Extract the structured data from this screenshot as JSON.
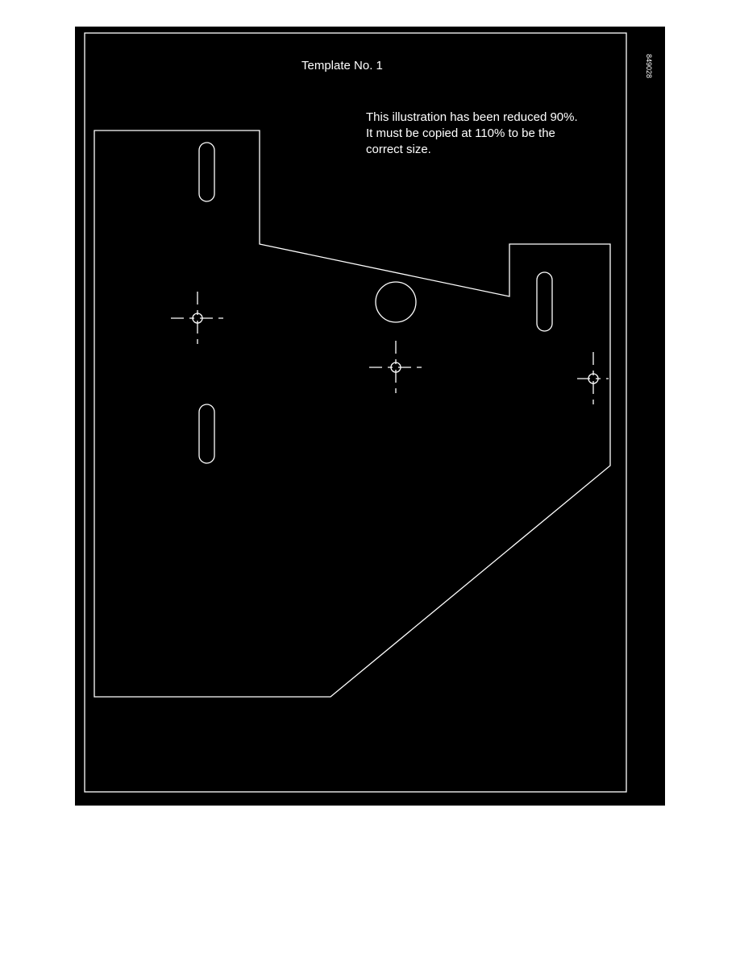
{
  "figure": {
    "title": "Template No. 1",
    "note_lines": [
      "This illustration has been reduced 90%.",
      "It must be copied at 110% to be the",
      "correct size."
    ],
    "figure_id": "849028"
  },
  "colors": {
    "background": "#000000",
    "line": "#ffffff",
    "page": "#ffffff"
  }
}
